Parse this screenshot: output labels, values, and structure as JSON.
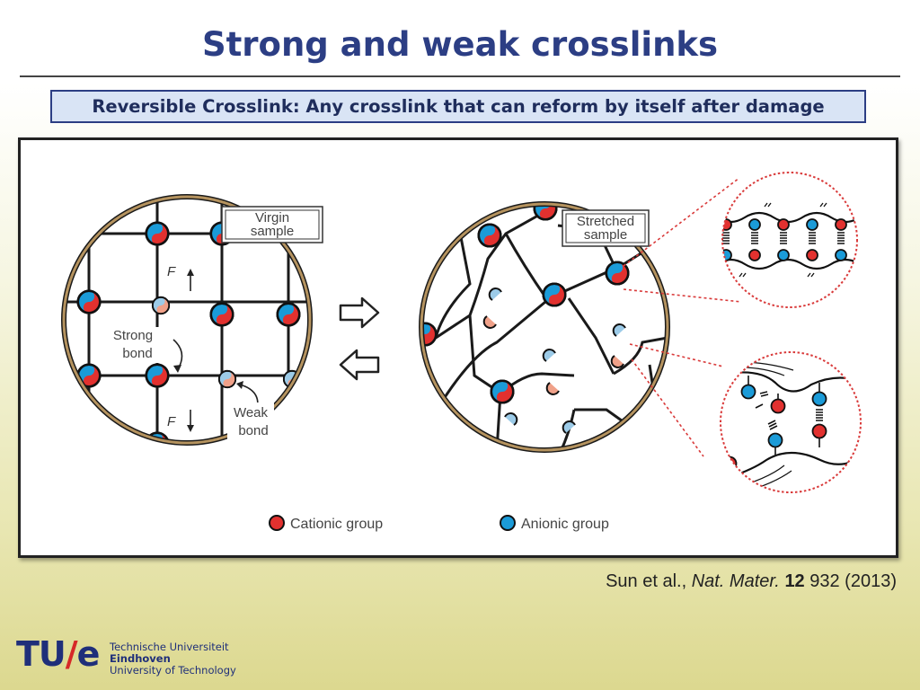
{
  "slide": {
    "title": "Strong and weak crosslinks",
    "definition": "Reversible Crosslink: Any crosslink that can reform by itself after damage"
  },
  "figure": {
    "virgin_label_line1": "Virgin",
    "virgin_label_line2": "sample",
    "stretched_label_line1": "Stretched",
    "stretched_label_line2": "sample",
    "force_label_top": "F",
    "force_label_bottom": "F",
    "strong_bond_line1": "Strong",
    "strong_bond_line2": "bond",
    "weak_bond_line1": "Weak",
    "weak_bond_line2": "bond",
    "legend_cationic": "Cationic group",
    "legend_anionic": "Anionic group",
    "colors": {
      "cationic": "#e2312f",
      "anionic": "#1b9bd8",
      "cationic_weak": "#f0a189",
      "anionic_weak": "#9ccbe8",
      "frame": "#b5935f",
      "zoom_circle": "#d93a3a"
    }
  },
  "citation": {
    "authors": "Sun et al.,",
    "journal": "Nat. Mater.",
    "volume": "12",
    "rest": "932 (2013)"
  },
  "logo": {
    "mark_left": "TU",
    "mark_slash": "/",
    "mark_right": "e",
    "line1": "Technische Universiteit",
    "line2": "Eindhoven",
    "line3": "University of Technology"
  }
}
